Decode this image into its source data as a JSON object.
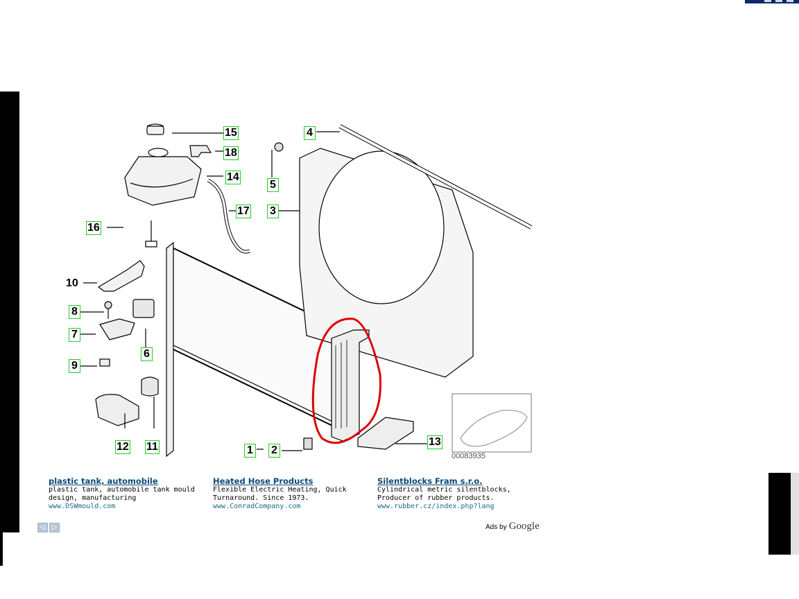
{
  "diagram": {
    "callouts": [
      "15",
      "18",
      "14",
      "17",
      "16",
      "10",
      "8",
      "7",
      "9",
      "6",
      "12",
      "11",
      "1",
      "2",
      "13",
      "4",
      "5",
      "3"
    ],
    "part_code": "00083935",
    "highlight_color": "#dd0000",
    "callout_border_color": "#22cc22"
  },
  "ads": [
    {
      "title": "plastic tank, automobile",
      "desc": "plastic tank, automobile tank mould design, manufacturing",
      "url": "www.DSWmould.com"
    },
    {
      "title": "Heated Hose Products",
      "desc": "Flexible Electric Heating, Quick Turnaround. Since 1973.",
      "url": "www.ConradCompany.com"
    },
    {
      "title": "Silentblocks Fram s.r.o.",
      "desc": "Cylindrical metric silentblocks, Producer of rubber products.",
      "url": "www.rubber.cz/index.php?lang"
    }
  ],
  "footer": {
    "prev_icon": "◁",
    "next_icon": "▷",
    "ads_by": "Ads by",
    "google": "Google"
  }
}
